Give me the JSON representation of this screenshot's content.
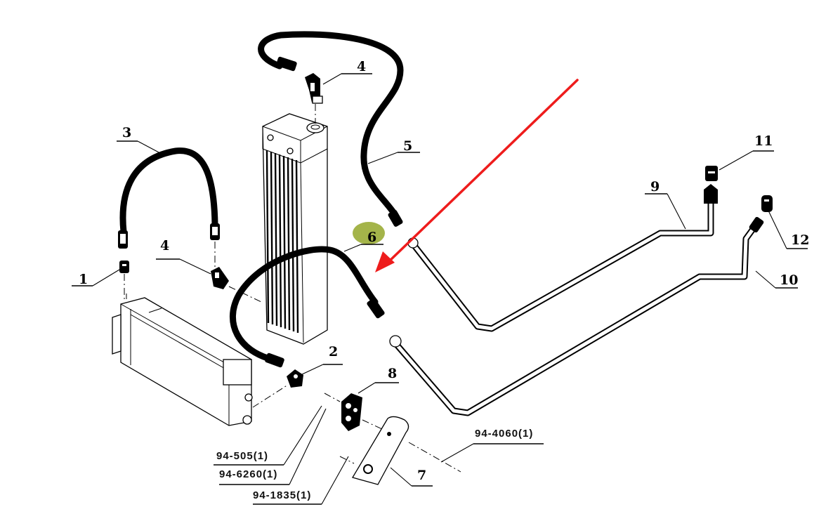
{
  "diagram": {
    "title": "Oil cooler hoses and pipes — exploded parts diagram",
    "highlight_color": "#a4b44a",
    "arrow_color": "#ee1c1c",
    "highlighted_part": "6",
    "callouts": [
      {
        "id": "1",
        "label": "1",
        "part": "union fitting"
      },
      {
        "id": "2",
        "label": "2",
        "part": "union fitting"
      },
      {
        "id": "3",
        "label": "3",
        "part": "hose"
      },
      {
        "id": "4a",
        "label": "4",
        "part": "elbow fitting (upper)"
      },
      {
        "id": "4b",
        "label": "4",
        "part": "elbow fitting (lower)"
      },
      {
        "id": "5",
        "label": "5",
        "part": "hose"
      },
      {
        "id": "6",
        "label": "6",
        "part": "hose (highlighted)"
      },
      {
        "id": "7",
        "label": "7",
        "part": "bracket"
      },
      {
        "id": "8",
        "label": "8",
        "part": "hose clamp"
      },
      {
        "id": "9",
        "label": "9",
        "part": "pipe"
      },
      {
        "id": "10",
        "label": "10",
        "part": "pipe"
      },
      {
        "id": "11",
        "label": "11",
        "part": "fitting"
      },
      {
        "id": "12",
        "label": "12",
        "part": "fitting"
      }
    ],
    "references": [
      {
        "label": "94-505(1)"
      },
      {
        "label": "94-6260(1)"
      },
      {
        "label": "94-1835(1)"
      },
      {
        "label": "94-4060(1)"
      }
    ]
  }
}
